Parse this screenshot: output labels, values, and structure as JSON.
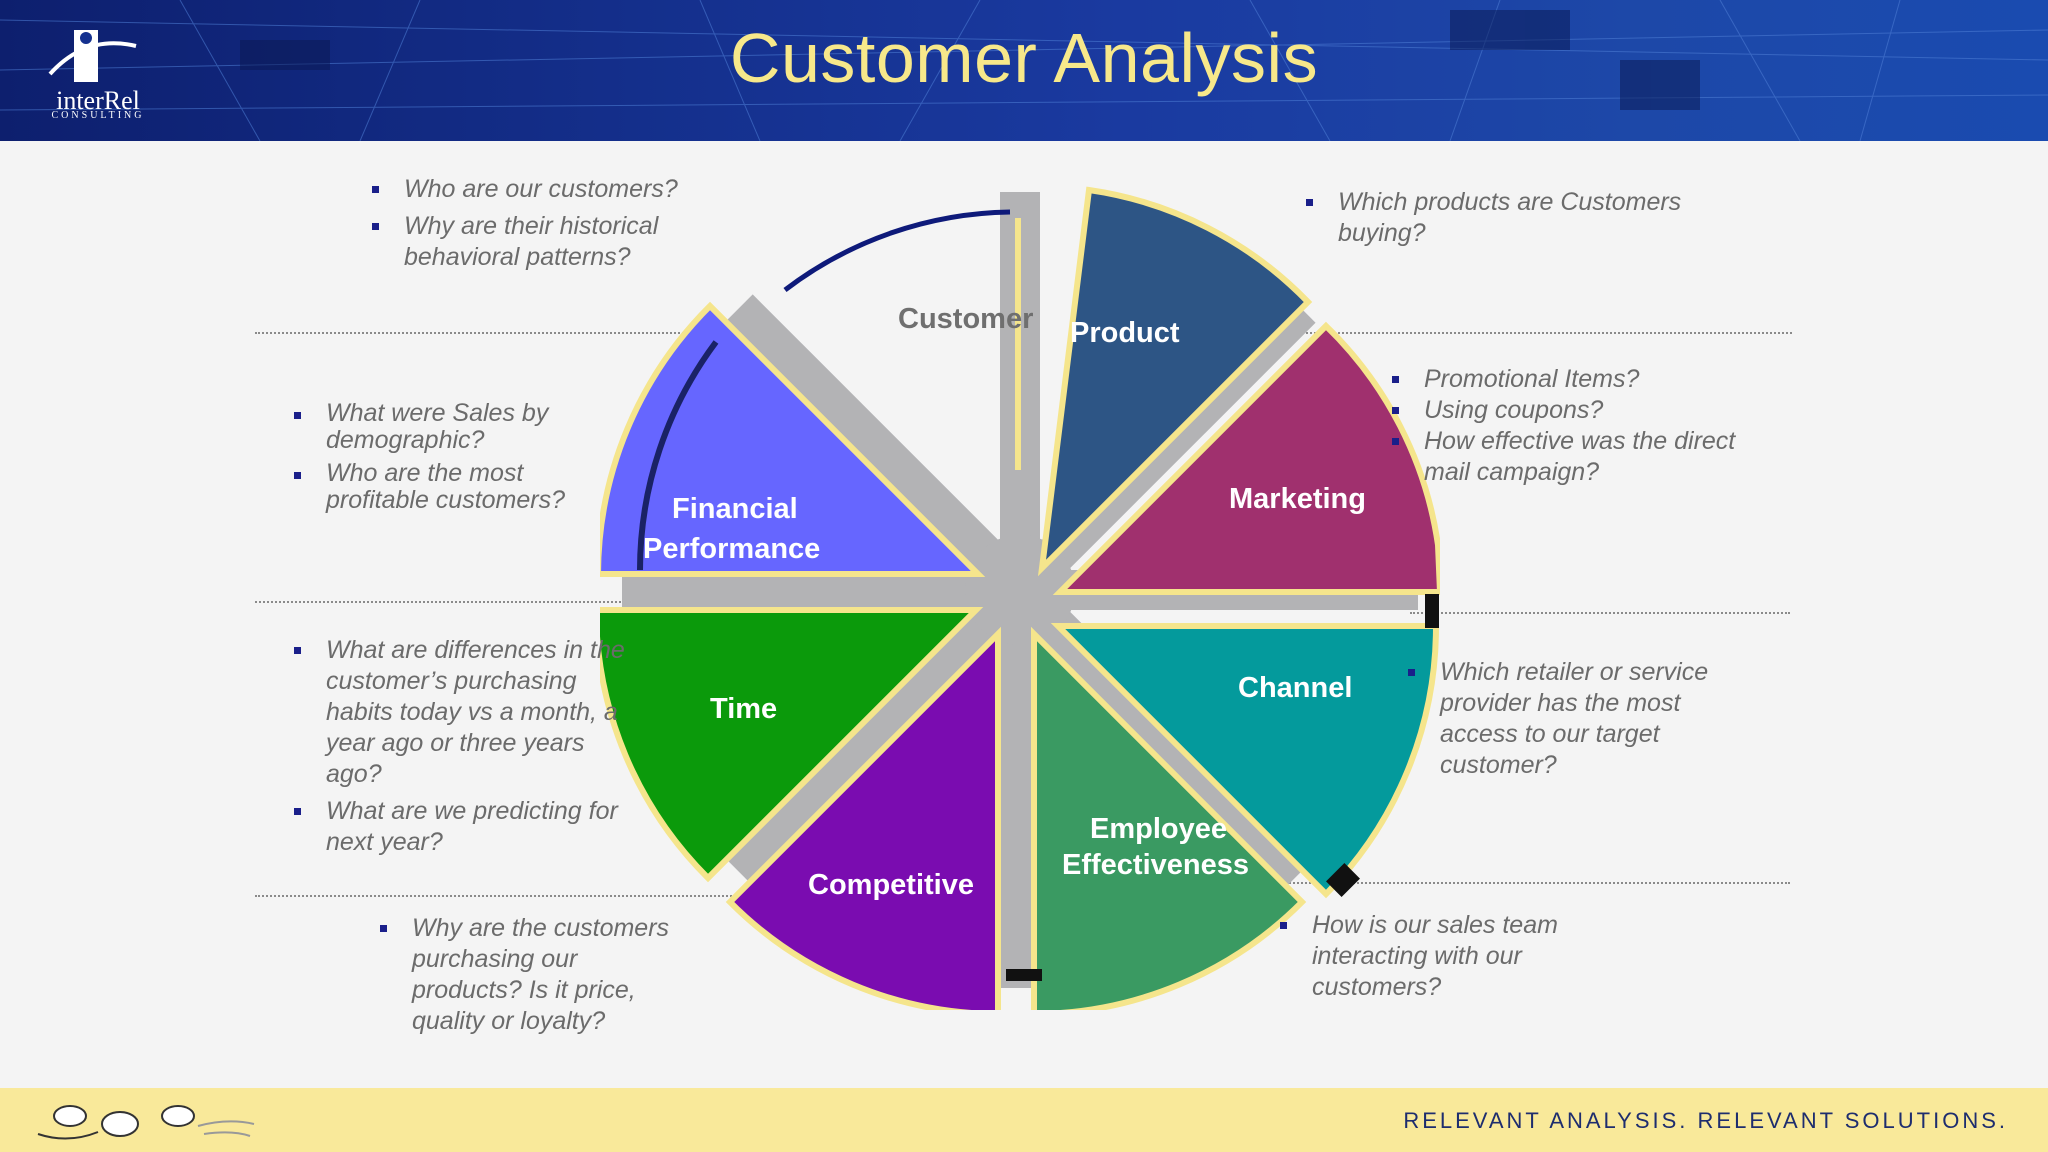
{
  "header": {
    "title": "Customer Analysis",
    "logo_text": "interRel",
    "logo_sub": "CONSULTING"
  },
  "segments": [
    {
      "id": "customer",
      "label": "Customer",
      "color": "#f4f4f4"
    },
    {
      "id": "product",
      "label": "Product",
      "color": "#2d5585"
    },
    {
      "id": "marketing",
      "label": "Marketing",
      "color": "#a0306e"
    },
    {
      "id": "channel",
      "label": "Channel",
      "color": "#049a9c"
    },
    {
      "id": "employee",
      "label_line1": "Employee",
      "label_line2": "Effectiveness",
      "color": "#3a9a62"
    },
    {
      "id": "competitive",
      "label": "Competitive",
      "color": "#7a0cb0"
    },
    {
      "id": "time",
      "label": "Time",
      "color": "#0b9a0b"
    },
    {
      "id": "financial",
      "label_line1": "Financial",
      "label_line2": "Performance",
      "color": "#6666ff"
    }
  ],
  "questions": {
    "customer": [
      "Who are our customers?",
      "Why are  their historical behavioral patterns?"
    ],
    "product": [
      "Which products are Customers buying?"
    ],
    "marketing": [
      "Promotional Items?",
      "Using coupons?",
      "How effective was the direct mail campaign?"
    ],
    "financial": [
      "What were Sales by demographic?",
      "Who are the most profitable customers?"
    ],
    "time": [
      "What are differences in the customer’s purchasing habits today vs a month, a year ago or three years ago?",
      "What are we predicting for next year?"
    ],
    "channel": [
      "Which retailer  or service provider has  the most access to our target customer?"
    ],
    "competitive": [
      "Why are the customers purchasing our products? Is it price, quality or loyalty?"
    ],
    "employee": [
      "How is our sales team interacting with our customers?"
    ]
  },
  "footer": {
    "tagline": "RELEVANT ANALYSIS. RELEVANT SOLUTIONS."
  }
}
